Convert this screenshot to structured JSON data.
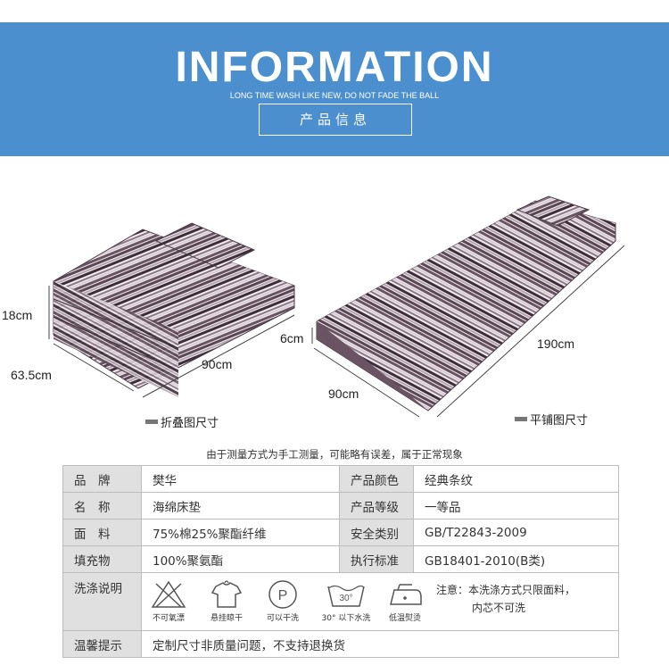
{
  "banner": {
    "title": "INFORMATION",
    "subtitle": "LONG TIME WASH LIKE NEW, DO NOT FADE THE BALL",
    "box_label": "产品信息",
    "color": "#4b8fce"
  },
  "figures": {
    "folded": {
      "dim_height": "18cm",
      "dim_depth": "63.5cm",
      "dim_width": "90cm",
      "caption": "折叠图尺寸"
    },
    "flat": {
      "dim_height": "6cm",
      "dim_width": "90cm",
      "dim_length": "190cm",
      "caption": "平铺图尺寸"
    }
  },
  "note": "由于测量方式为手工测量，可能略有误差，属于正常现象",
  "spec": {
    "rows": [
      {
        "l1": "品　牌",
        "v1": "樊华",
        "l2": "产品颜色",
        "v2": "经典条纹"
      },
      {
        "l1": "名　称",
        "v1": "海绵床垫",
        "l2": "产品等级",
        "v2": "一等品"
      },
      {
        "l1": "面　料",
        "v1": "75%棉25%聚酯纤维",
        "l2": "安全类别",
        "v2": "GB/T22843-2009"
      },
      {
        "l1": "填充物",
        "v1": "100%聚氨酯",
        "l2": "执行标准",
        "v2": "GB18401-2010(B类)"
      }
    ],
    "care_label": "洗涤说明",
    "care_icons": [
      {
        "icon": "no-bleach-icon",
        "caption": "不可氧漂"
      },
      {
        "icon": "hang-dry-icon",
        "caption": "悬挂晾干"
      },
      {
        "icon": "dry-clean-p-icon",
        "caption": "可以干洗"
      },
      {
        "icon": "wash-30-icon",
        "caption": "30° 以下水洗",
        "temp": "30°"
      },
      {
        "icon": "low-iron-icon",
        "caption": "低温熨烫"
      }
    ],
    "care_note_line1": "注意：本洗涤方式只限面料，",
    "care_note_line2": "内芯不可洗",
    "tip_label": "温馨提示",
    "tip_value": "定制尺寸非质量问题，不支持退换货"
  }
}
